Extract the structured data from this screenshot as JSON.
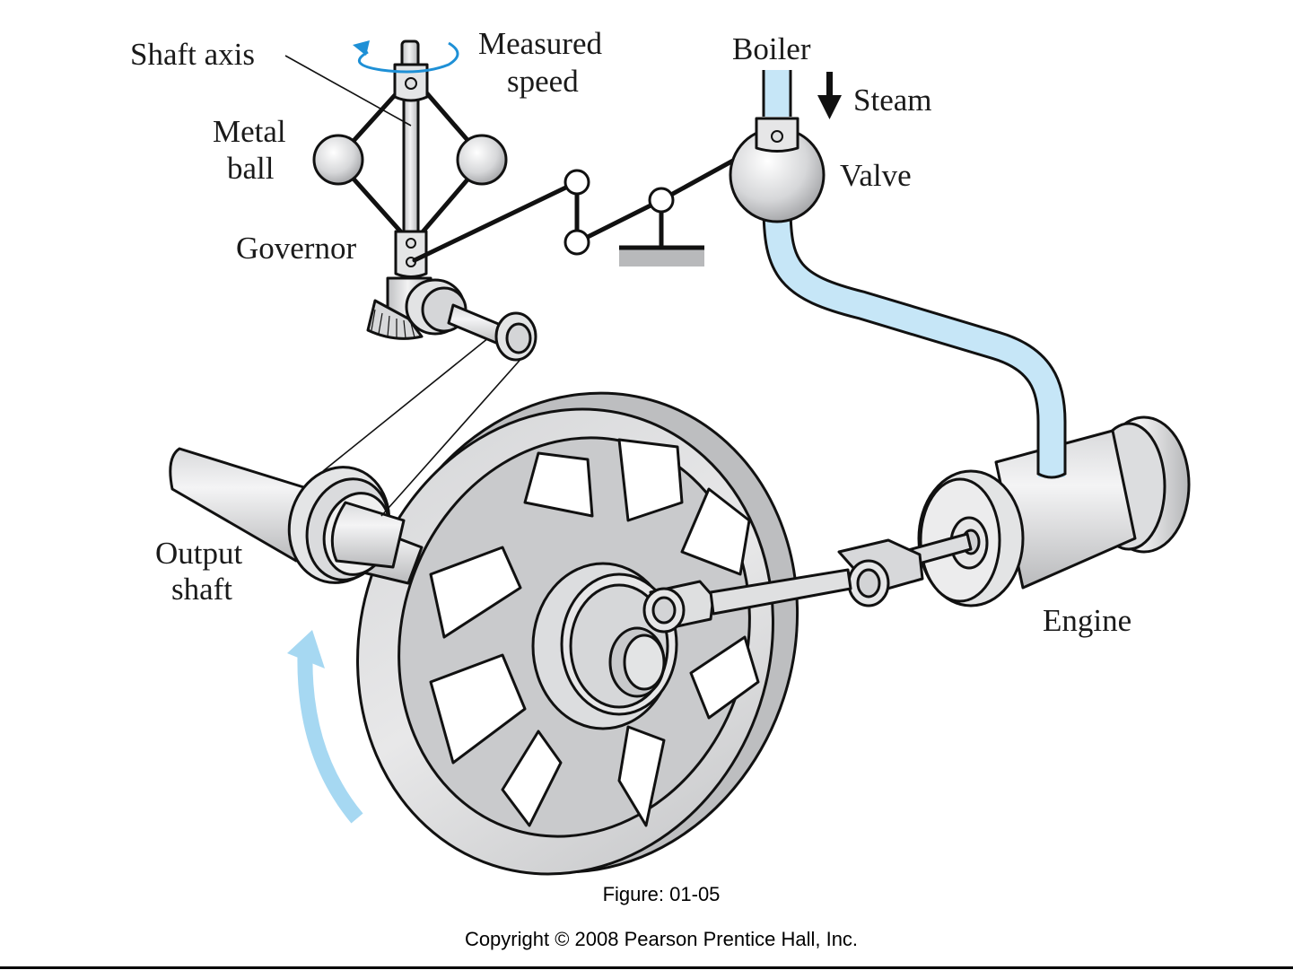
{
  "figure": {
    "caption": "Figure: 01-05",
    "copyright": "Copyright © 2008 Pearson Prentice Hall, Inc."
  },
  "labels": {
    "shaft_axis": "Shaft axis",
    "measured_speed_line1": "Measured",
    "measured_speed_line2": "speed",
    "metal_ball_line1": "Metal",
    "metal_ball_line2": "ball",
    "governor": "Governor",
    "boiler": "Boiler",
    "steam": "Steam",
    "valve": "Valve",
    "output_shaft_line1": "Output",
    "output_shaft_line2": "shaft",
    "engine": "Engine"
  },
  "colors": {
    "steam_blue": "#c6e6f7",
    "rotation_arrow_blue": "#a6d8f2",
    "measured_speed_arrow": "#1e90d6",
    "metal_gray": "#cfd0d2",
    "pivot_base_gray": "#b8b9bb",
    "outline": "#111111"
  },
  "icons": {
    "rotation_arrow": "curved-arrow-up-icon",
    "spin_arrow": "circular-arrow-icon",
    "steam_arrow": "arrow-down-icon"
  }
}
